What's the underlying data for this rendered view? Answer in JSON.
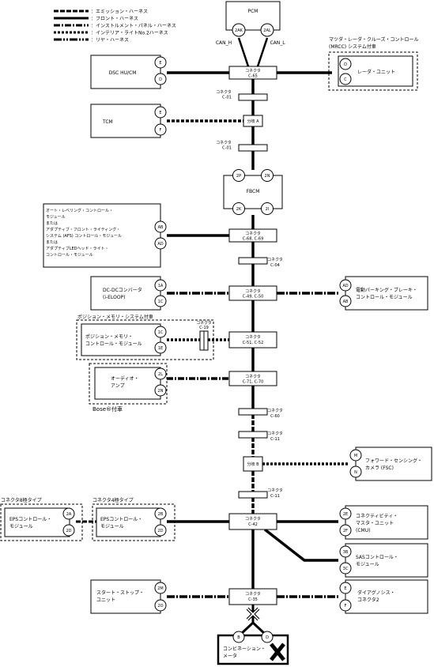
{
  "legend": [
    {
      "label": "：エミッション・ハーネス",
      "style": "emission"
    },
    {
      "label": "：フロント・ハーネス",
      "style": "front"
    },
    {
      "label": "：インストルメント・パネル・ハーネス",
      "style": "instrument"
    },
    {
      "label": "：インテリア・ライトNo.2ハーネス",
      "style": "interior"
    },
    {
      "label": "：リヤ・ハーネス",
      "style": "rear"
    }
  ],
  "pcm": {
    "name": "PCM",
    "pin_left": "2AK",
    "pin_right": "2AL",
    "label_left": "CAN_H",
    "label_right": "CAN_L"
  },
  "connectors": {
    "c65": [
      "コネクタ",
      "C-65"
    ],
    "c01a": [
      "コネクタ",
      "C-01"
    ],
    "branchA": [
      "分岐 A"
    ],
    "c01b": [
      "コネクタ",
      "C-01"
    ],
    "c68": [
      "コネクタ",
      "C-68, C-69"
    ],
    "c04": [
      "コネクタ",
      "C-04"
    ],
    "c49": [
      "コネクタ",
      "C-49, C-50"
    ],
    "c19": [
      "コネクタ",
      "C-19"
    ],
    "c51": [
      "コネクタ",
      "C-51, C-52"
    ],
    "c71": [
      "コネクタ",
      "C-71, C-70"
    ],
    "c60": [
      "コネクタ",
      "C-60"
    ],
    "c11a": [
      "コネクタ",
      "C-11"
    ],
    "branchB": [
      "分岐 B"
    ],
    "c11b": [
      "コネクタ",
      "C-11"
    ],
    "c42": [
      "コネクタ",
      "C-42"
    ],
    "c35": [
      "コネクタ",
      "C-35"
    ]
  },
  "modules": {
    "dsc": {
      "lines": [
        "DSC HU/CM"
      ],
      "pins": [
        "E",
        "D"
      ]
    },
    "radar": {
      "group": [
        "マツダ・レーダ・クルーズ・コントロール",
        "(MRCC) システム付車"
      ],
      "lines": [
        "レーダ・ユニット"
      ],
      "pins": [
        "D",
        "C"
      ]
    },
    "tcm": {
      "lines": [
        "TCM"
      ],
      "pins": [
        "E",
        "F"
      ]
    },
    "fbcm": {
      "lines": [
        "FBCM"
      ],
      "pins_top": [
        "2P",
        "2N"
      ],
      "pins_bottom": [
        "2K",
        "2I"
      ]
    },
    "afs": {
      "lines": [
        "オート・レベリング・コントロール・",
        "モジュール",
        "または",
        "アダプティブ・フロント・ライティング・",
        "システム (AFS) コントロール・モジュール",
        "または",
        "アダプティブLEDヘッド・ライト・",
        "コントロール・モジュール"
      ],
      "pins": [
        "AB",
        "AD"
      ]
    },
    "dcdc": {
      "lines": [
        "DC-DCコンバータ",
        "(i-ELOOP)"
      ],
      "pins": [
        "1A",
        "1C"
      ]
    },
    "epb": {
      "lines": [
        "電動パーキング・ブレーキ・",
        "コントロール・モジュール"
      ],
      "pins": [
        "AD",
        "AB"
      ]
    },
    "memory": {
      "group": [
        "ポジション・メモリ・システム付車"
      ],
      "lines": [
        "ポジション・メモリ・",
        "コントロール・モジュール"
      ],
      "pins": [
        "1C",
        "1E"
      ]
    },
    "audio": {
      "group_below": [
        "Bose®付車"
      ],
      "lines": [
        "オーディオ・",
        "アンプ"
      ],
      "pins": [
        "2L",
        "2N"
      ]
    },
    "fsc": {
      "lines": [
        "フォワード・センシング・",
        "カメラ (FSC)"
      ],
      "pins": [
        "M",
        "N"
      ]
    },
    "eps8": {
      "group": [
        "コネクタ8極タイプ"
      ],
      "lines": [
        "EPSコントロール・",
        "モジュール"
      ],
      "pins": [
        "2A",
        "2D"
      ]
    },
    "eps4": {
      "group": [
        "コネクタ4極タイプ"
      ],
      "lines": [
        "EPSコントロール・",
        "モジュール"
      ],
      "pins": [
        "2B",
        "2D"
      ]
    },
    "cmu": {
      "lines": [
        "コネクティビティ・",
        "マスタ・ユニット",
        "(CMU)"
      ],
      "pins": [
        "2E",
        "2F"
      ]
    },
    "sas": {
      "lines": [
        "SASコントロール・",
        "モジュール"
      ],
      "pins": [
        "3B",
        "3C"
      ]
    },
    "startstop": {
      "lines": [
        "スタート・ストップ・",
        "ユニット"
      ],
      "pins": [
        "2M",
        "2O"
      ]
    },
    "dlc": {
      "lines": [
        "ダイアグノシス・",
        "コネクタ2"
      ],
      "pins": [
        "E",
        "F"
      ]
    },
    "meter": {
      "lines": [
        "コンビネーション・",
        "メータ"
      ],
      "pins": [
        "B",
        "D"
      ]
    }
  }
}
